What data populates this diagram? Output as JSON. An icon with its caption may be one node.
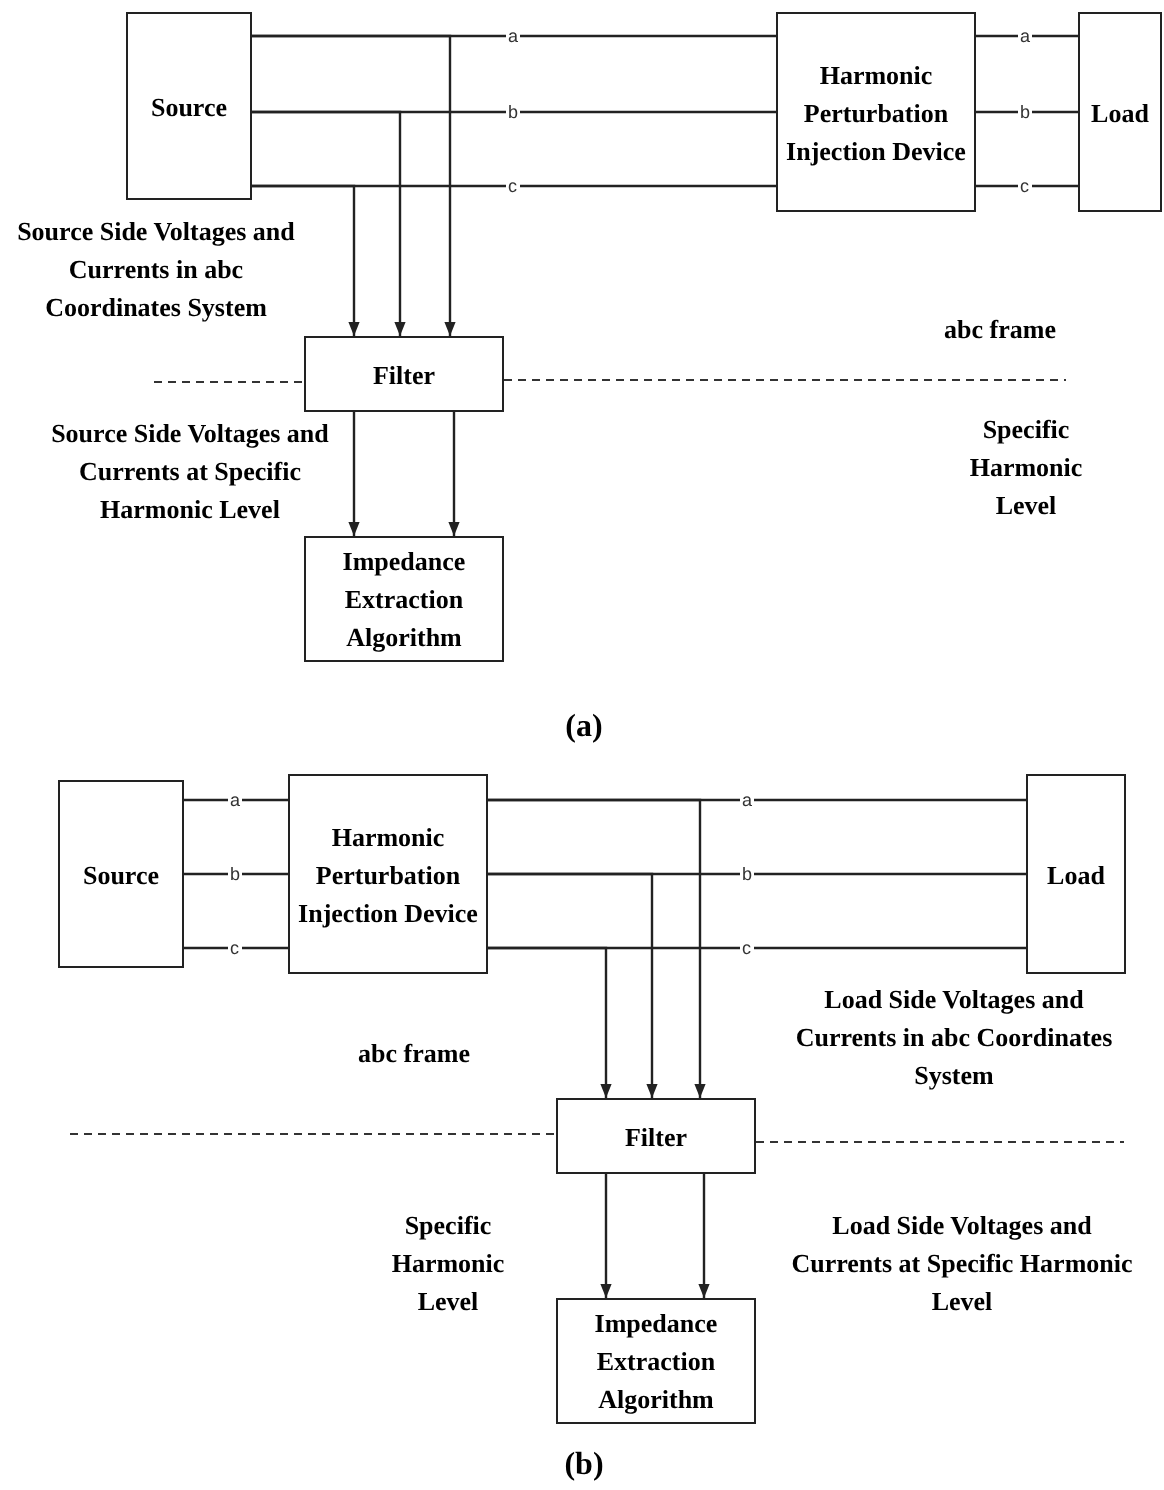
{
  "diagram": {
    "nodes": [
      {
        "text": [
          "Source"
        ]
      },
      {
        "text": [
          "Harmonic Perturbation Injection Device"
        ]
      },
      {
        "text": [
          "Load"
        ]
      },
      {
        "text": [
          "Filter"
        ]
      },
      {
        "text": [
          "Impedance Extraction Algorithm"
        ]
      },
      {
        "text": [
          "Source"
        ]
      },
      {
        "text": [
          "Harmonic Perturbation Injection Device"
        ]
      },
      {
        "text": [
          "Load"
        ]
      },
      {
        "text": [
          "Filter"
        ]
      },
      {
        "text": [
          "Impedance Extraction Algorithm"
        ]
      }
    ],
    "edges": [
      {
        "from": 0,
        "to": 1,
        "arrow": "none",
        "label": "a"
      },
      {
        "from": 0,
        "to": 1,
        "arrow": "none",
        "label": "b"
      },
      {
        "from": 0,
        "to": 1,
        "arrow": "none",
        "label": "c"
      },
      {
        "from": 1,
        "to": 2,
        "arrow": "none",
        "label": "a"
      },
      {
        "from": 1,
        "to": 2,
        "arrow": "none",
        "label": "b"
      },
      {
        "from": 1,
        "to": 2,
        "arrow": "none",
        "label": "c"
      },
      {
        "from": 0,
        "to": 3,
        "arrow": "to"
      },
      {
        "from": 0,
        "to": 3,
        "arrow": "to"
      },
      {
        "from": 0,
        "to": 3,
        "arrow": "to"
      },
      {
        "from": 3,
        "to": 4,
        "arrow": "to"
      },
      {
        "from": 3,
        "to": 4,
        "arrow": "to"
      },
      {
        "from": 5,
        "to": 6,
        "arrow": "none",
        "label": "a"
      },
      {
        "from": 5,
        "to": 6,
        "arrow": "none",
        "label": "b"
      },
      {
        "from": 5,
        "to": 6,
        "arrow": "none",
        "label": "c"
      },
      {
        "from": 6,
        "to": 7,
        "arrow": "none",
        "label": "a"
      },
      {
        "from": 6,
        "to": 7,
        "arrow": "none",
        "label": "b"
      },
      {
        "from": 6,
        "to": 7,
        "arrow": "none",
        "label": "c"
      },
      {
        "from": 6,
        "to": 8,
        "arrow": "to"
      },
      {
        "from": 6,
        "to": 8,
        "arrow": "to"
      },
      {
        "from": 6,
        "to": 8,
        "arrow": "to"
      },
      {
        "from": 8,
        "to": 9,
        "arrow": "to"
      },
      {
        "from": 8,
        "to": 9,
        "arrow": "to"
      }
    ],
    "labels": [
      "Source Side Voltages and Currents in abc Coordinates System",
      "abc frame",
      "Source Side Voltages and Currents at Specific Harmonic Level",
      "Specific Harmonic Level",
      "(a)",
      "abc frame",
      "Load Side Voltages and Currents in abc Coordinates System",
      "Specific Harmonic Level",
      "Load Side Voltages and Currents at Specific Harmonic Level",
      "(b)"
    ]
  }
}
